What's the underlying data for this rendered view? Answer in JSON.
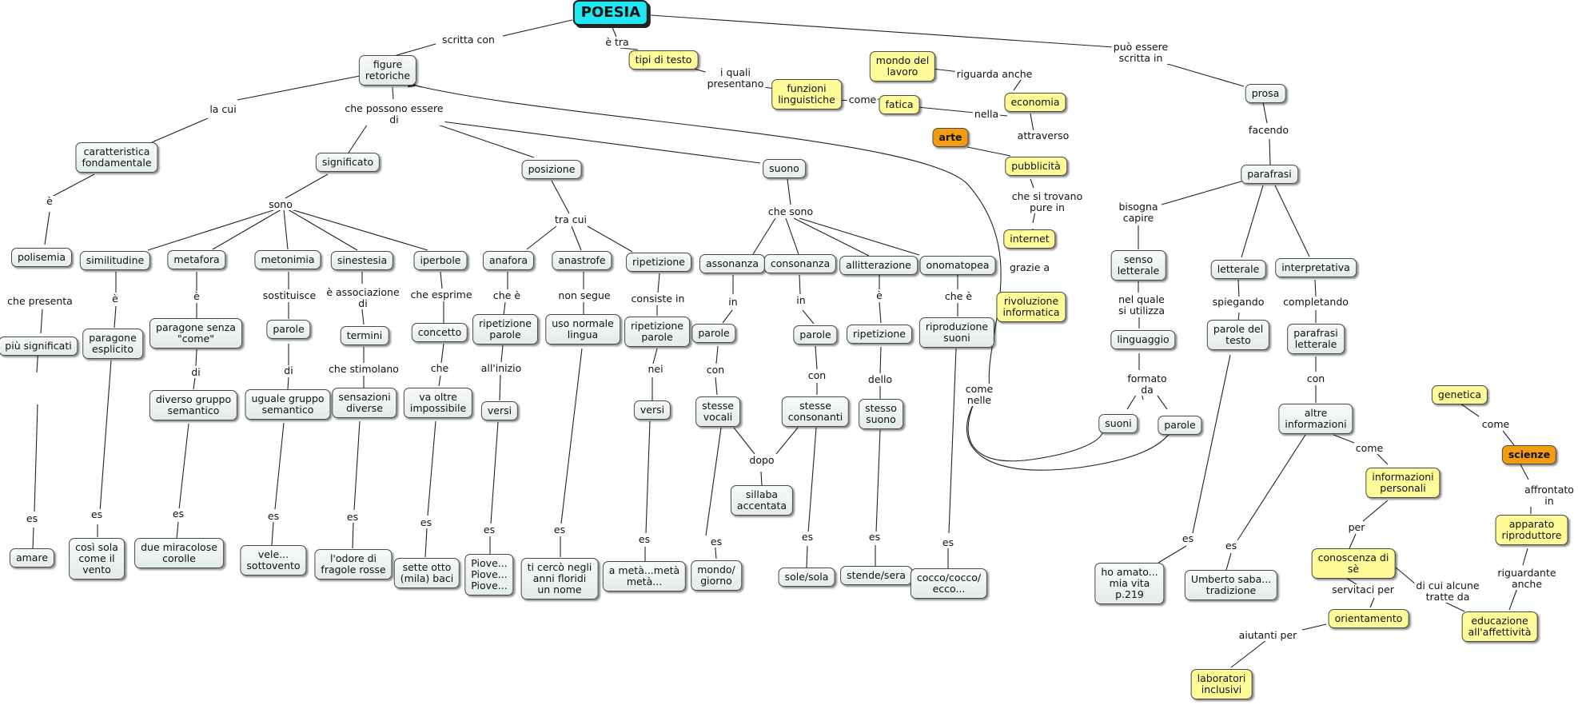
{
  "root": "POESIA",
  "nodes": {
    "tipi_testo": "tipi di testo",
    "funzioni_linguistiche": "funzioni\nlinguistiche",
    "fatica": "fatica",
    "mondo_lavoro": "mondo del\nlavoro",
    "economia": "economia",
    "arte": "arte",
    "pubblicita": "pubblicità",
    "internet": "internet",
    "rivoluzione_informatica": "rivoluzione\ninformatica",
    "figure_retoriche": "figure\nretoriche",
    "caratteristica": "caratteristica\nfondamentale",
    "polisemia": "polisemia",
    "piu_significati": "più significati",
    "amare": "amare",
    "significato": "significato",
    "posizione": "posizione",
    "suono": "suono",
    "similitudine": "similitudine",
    "paragone_esplicito": "paragone\nesplicito",
    "cosi_sola": "così sola\ncome il\nvento",
    "metafora": "metafora",
    "paragone_senza_come": "paragone senza\n\"come\"",
    "diverso_gruppo": "diverso gruppo\nsemantico",
    "due_miracolose": "due miracolose\ncorolle",
    "metonimia": "metonimia",
    "parole_meton": "parole",
    "uguale_gruppo": "uguale gruppo\nsemantico",
    "vele": "vele...\nsottovento",
    "sinestesia": "sinestesia",
    "termini": "termini",
    "sensazioni_diverse": "sensazioni\ndiverse",
    "odore_fragole": "l'odore di\nfragole rosse",
    "iperbole": "iperbole",
    "concetto": "concetto",
    "va_oltre": "va oltre\nimpossibile",
    "sette_otto": "sette otto\n(mila) baci",
    "anafora": "anafora",
    "ripetizione_parole": "ripetizione\nparole",
    "versi_anafora": "versi",
    "piove": "Piove...\nPiove...\nPiove...",
    "anastrofe": "anastrofe",
    "uso_normale": "uso normale\nlingua",
    "ti_cerco": "ti cercò negli\nanni floridi\nun nome",
    "ripetizione": "ripetizione",
    "ripetizione_parole2": "ripetizione\nparole",
    "versi_rip": "versi",
    "a_meta": "a metà...metà\nmetà...",
    "assonanza": "assonanza",
    "parole_asson": "parole",
    "stesse_vocali": "stesse\nvocali",
    "mondo_giorno": "mondo/\ngiorno",
    "consonanza": "consonanza",
    "parole_cons": "parole",
    "stesse_consonanti": "stesse\nconsonanti",
    "sillaba_accentata": "sillaba\naccentata",
    "sole_sola": "sole/sola",
    "allitterazione": "allitterazione",
    "ripetizione_allit": "ripetizione",
    "stesso_suono": "stesso\nsuono",
    "stende_sera": "stende/sera",
    "onomatopea": "onomatopea",
    "riproduzione_suoni": "riproduzione\nsuoni",
    "cocco": "cocco/cocco/\necco...",
    "prosa": "prosa",
    "parafrasi": "parafrasi",
    "senso_letterale": "senso\nletterale",
    "linguaggio": "linguaggio",
    "suoni": "suoni",
    "parole_ling": "parole",
    "ho_amato": "ho amato...\nmia vita\np.219",
    "letterale": "letterale",
    "parole_testo": "parole del\ntesto",
    "umberto_saba": "Umberto saba...\ntradizione",
    "interpretativa": "interpretativa",
    "parafrasi_letterale": "parafrasi\nletterale",
    "altre_informazioni": "altre\ninformazioni",
    "informazioni_personali": "informazioni\npersonali",
    "conoscenza_se": "conoscenza di\nsè",
    "orientamento": "orientamento",
    "laboratori": "laboratori\ninclusivi",
    "genetica": "genetica",
    "scienze": "scienze",
    "apparato": "apparato\nriproduttore",
    "educazione": "educazione\nall'affettività"
  },
  "links": {
    "scritta_con": "scritta con",
    "e_tra": "è tra",
    "puo_essere": "può essere\nscritta in",
    "i_quali": "i quali\npresentano",
    "come_fatica": "come",
    "nella": "nella",
    "riguarda_anche": "riguarda anche",
    "attraverso": "attraverso",
    "che_si_trovano": "che si trovano\npure in",
    "grazie_a": "grazie a",
    "la_cui": "la cui",
    "che_possono": "che possono essere\ndi",
    "e_polisemia": "è",
    "che_presenta": "che presenta",
    "es_amare": "es",
    "sono": "sono",
    "tra_cui": "tra cui",
    "che_sono": "che sono",
    "e_simil": "è",
    "es_simil": "es",
    "e_metaf": "è",
    "di_metaf": "di",
    "es_metaf": "es",
    "sostituisce": "sostituisce",
    "di_meton": "di",
    "es_meton": "es",
    "e_associazione": "è associazione\ndi",
    "che_stimolano": "che stimolano",
    "es_sin": "es",
    "che_esprime": "che esprime",
    "che_iperb": "che",
    "es_iperb": "es",
    "che_e_anaf": "che è",
    "all_inizio": "all'inizio",
    "es_anaf": "es",
    "non_segue": "non segue",
    "es_anastr": "es",
    "consiste_in": "consiste in",
    "nei": "nei",
    "es_rip": "es",
    "in_asson": "in",
    "con_asson": "con",
    "es_asson": "es",
    "in_cons": "in",
    "con_cons": "con",
    "dopo": "dopo",
    "es_cons": "es",
    "e_allit": "è",
    "dello": "dello",
    "es_allit": "es",
    "che_e_onom": "che è",
    "es_onom": "es",
    "come_nelle": "come\nnelle",
    "facendo": "facendo",
    "bisogna_capire": "bisogna\ncapire",
    "nel_quale": "nel quale\nsi utilizza",
    "formato_da": "formato\nda",
    "es_ho_amato": "es",
    "spiegando": "spiegando",
    "es_saba": "es",
    "completando": "completando",
    "con_parafrasi": "con",
    "come_info": "come",
    "per": "per",
    "servitaci_per": "servitaci per",
    "aiutanti_per": "aiutanti per",
    "di_cui_alcune": "di cui alcune\ntratte da",
    "come_genetica": "come",
    "affrontato_in": "affrontato\nin",
    "riguardante_anche": "riguardante\nanche"
  }
}
